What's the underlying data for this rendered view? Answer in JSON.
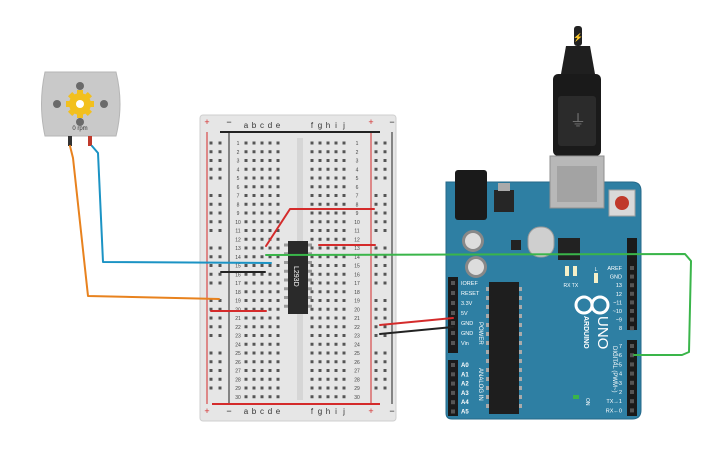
{
  "motor": {
    "rpm_label": "0 rpm"
  },
  "breadboard": {
    "col_letters_left": [
      "a",
      "b",
      "c",
      "d",
      "e"
    ],
    "col_letters_right": [
      "f",
      "g",
      "h",
      "i",
      "j"
    ],
    "rows": 30,
    "rail_plus": "+",
    "rail_minus": "−"
  },
  "chip": {
    "label": "L293D"
  },
  "arduino": {
    "brand": "ARDUINO",
    "model": "UNO",
    "digital_label": "DIGITAL (PWM~)",
    "power_label": "POWER",
    "analog_label": "ANALOG IN",
    "on_label": "ON",
    "tx_label": "TX",
    "rx_label": "RX",
    "l_label": "L",
    "power_pins": [
      "IOREF",
      "RESET",
      "3.3V",
      "5V",
      "GND",
      "GND",
      "Vin"
    ],
    "analog_pins": [
      "A0",
      "A1",
      "A2",
      "A3",
      "A4",
      "A5"
    ],
    "digital_pins_top": [
      "AREF",
      "GND",
      "13",
      "12",
      "~11",
      "~10",
      "~9",
      "8"
    ],
    "digital_pins_bottom": [
      "7",
      "~6",
      "~5",
      "4",
      "~3",
      "2",
      "TX→1",
      "RX←0"
    ]
  },
  "colors": {
    "wire_blue": "#1b93c4",
    "wire_orange": "#e8821e",
    "wire_green": "#3ab54a",
    "wire_red": "#d42b2b",
    "wire_black": "#222222",
    "arduino_blue": "#2e7fa3",
    "breadboard": "#e6e6e6"
  }
}
